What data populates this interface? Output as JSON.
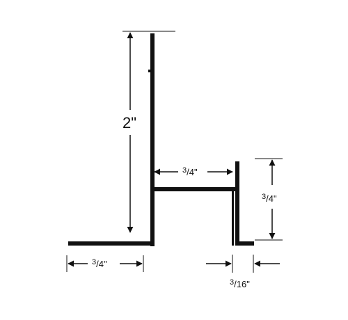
{
  "colors": {
    "profile": "#111111",
    "dimension": "#111111",
    "background": "#ffffff"
  },
  "dimensions": {
    "height_total": {
      "label": "2\""
    },
    "flange_to_stem": {
      "numerator": "3",
      "denominator": "4\""
    },
    "leg_height": {
      "numerator": "3",
      "denominator": "4\""
    },
    "base_flange": {
      "numerator": "3",
      "denominator": "4\""
    },
    "foot_width": {
      "numerator": "3",
      "denominator": "16\""
    }
  }
}
